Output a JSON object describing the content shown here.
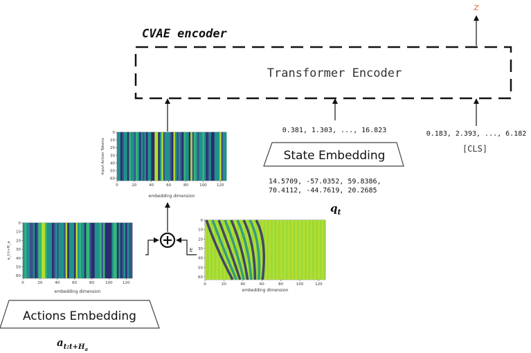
{
  "title": "CVAE encoder",
  "encoder_label": "Transformer Encoder",
  "output_label": "z",
  "state_values": "0.381, 1.303, ..., 16.823",
  "cls_values": "0.183, 2.393, ..., 6.182",
  "cls_label": "[CLS]",
  "state_embedding_label": "State Embedding",
  "q_raw_line1": "14.5709, -57.0352,  59.8386,",
  "q_raw_line2": "70.4112, -44.7619,  20.2685",
  "q_symbol": "q",
  "q_subscript": "t",
  "actions_embedding_label": "Actions Embedding",
  "a_symbol": "a",
  "a_subscript": "t:t+H",
  "a_subsubscript": "a",
  "top_heatmap": {
    "xlabel": "embedding dimension",
    "ylabel": "Input Action Tokens",
    "xticks": [
      "0",
      "20",
      "40",
      "60",
      "80",
      "100",
      "120"
    ],
    "yticks": [
      "0",
      "10",
      "20",
      "30",
      "40",
      "50",
      "60"
    ]
  },
  "left_heatmap": {
    "xlabel": "embedding dimension",
    "ylabel": "a_t:t+H_a",
    "xticks": [
      "0",
      "20",
      "40",
      "60",
      "80",
      "100",
      "120"
    ],
    "yticks": [
      "0",
      "10",
      "20",
      "30",
      "40",
      "50",
      "60"
    ]
  },
  "right_heatmap": {
    "xlabel": "embedding dimension",
    "ylabel": "PE",
    "xticks": [
      "0",
      "20",
      "40",
      "60",
      "80",
      "100",
      "120"
    ],
    "yticks": [
      "0",
      "10",
      "20",
      "30",
      "40",
      "50",
      "60"
    ]
  },
  "colors": {
    "accent_output": "#e8703a",
    "heat_dark": "#2b2d6e",
    "heat_mid": "#21918c",
    "heat_light": "#b5de2b"
  }
}
